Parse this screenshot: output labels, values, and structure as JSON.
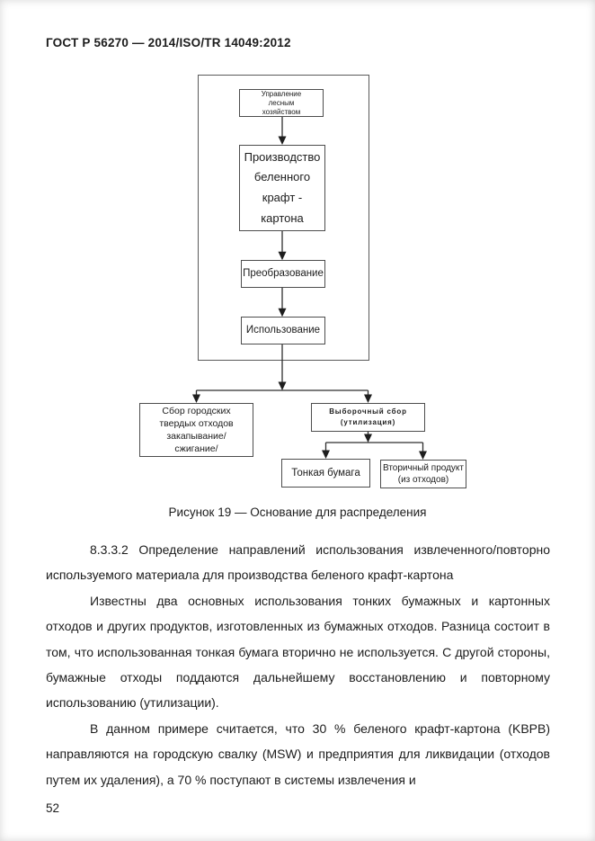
{
  "header": {
    "title": "ГОСТ Р 56270 — 2014/ISO/TR 14049:2012"
  },
  "figure": {
    "caption": "Рисунок 19 — Основание для распределения",
    "nodes": {
      "forest_management": "Управление\nлесным\nхозяйством",
      "production": "Производство\nбеленного\nкрафт -\nкартона",
      "transformation": "Преобразование",
      "use": "Использование",
      "msw_collection": "Сбор городских\nтвердых отходов\nзакапывание/\nсжигание/",
      "selective_collection": "Выборочный сбор\n(утилизация)",
      "thin_paper": "Тонкая бумага",
      "secondary_product": "Вторичный продукт\n(из отходов)"
    }
  },
  "body": {
    "paragraphs": [
      "8.3.3.2 Определение направлений использования извлеченного/повторно используемого материала для производства беленого крафт-картона",
      "Известны два основных использования тонких бумажных и картонных отходов и других продуктов, изготовленных из бумажных отходов. Разница состоит в том, что использованная тонкая бумага вторично не используется. С другой стороны, бумажные отходы поддаются дальнейшему восстановлению и повторному использованию (утилизации).",
      "В данном примере считается, что 30 % беленого крафт-картона (KBPB) направляются на городскую свалку (MSW) и предприятия для ликвидации (отходов путем их удаления), а 70 % поступают в системы извлечения и"
    ]
  },
  "footer": {
    "page_number": "52"
  },
  "colors": {
    "text": "#1c1c1c",
    "box_border": "#4d4d4d",
    "connector_line": "#2e2e2e"
  }
}
